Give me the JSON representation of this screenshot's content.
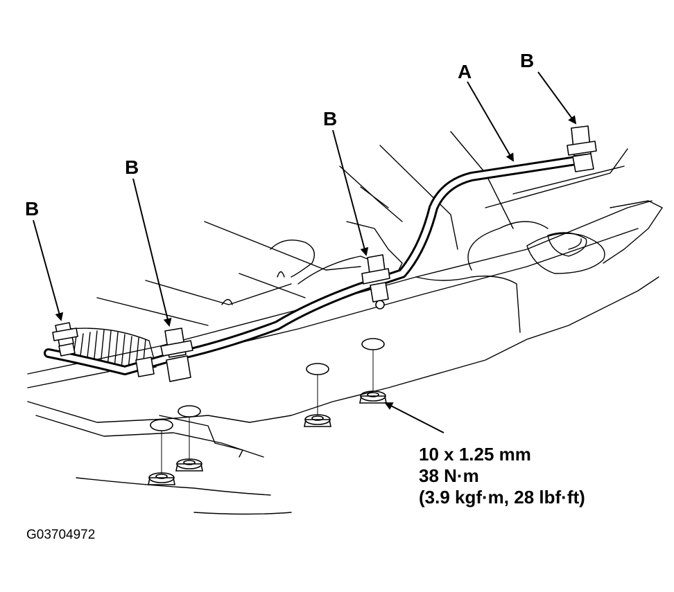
{
  "labels": {
    "A": "A",
    "B": "B"
  },
  "fastener_spec": {
    "size": "10 x 1.25 mm",
    "torque_nm": "38 N·m",
    "torque_alt": "(3.9 kgf·m, 28 lbf·ft)"
  },
  "figure_id": "G03704972",
  "colors": {
    "ink": "#000000",
    "paper": "#ffffff"
  }
}
